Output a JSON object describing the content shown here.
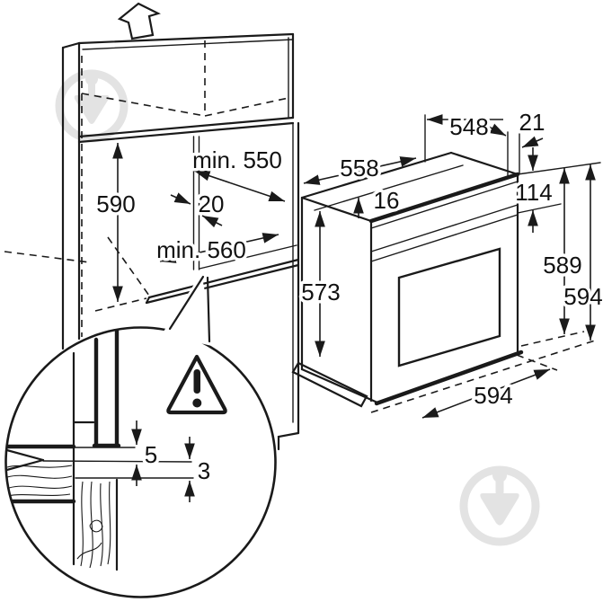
{
  "labels": {
    "cabinet": {
      "niche_height": "590",
      "niche_depth": "min. 550",
      "back_gap": "20",
      "niche_width": "min. 560"
    },
    "oven": {
      "top_depth": "548",
      "front_overhang": "21",
      "top_width": "558",
      "top_edge_thickness": "16",
      "control_panel_height": "114",
      "side_height": "573",
      "body_height": "589",
      "overall_height": "594",
      "overall_width": "594"
    },
    "detail": {
      "upper_gap": "5",
      "lower_gap": "3"
    }
  },
  "icons": {
    "extraction_arrow": "up-arrow-outline",
    "warning": "warning-triangle-exclamation",
    "watermark": "trowel-in-circle-logo"
  },
  "colors": {
    "line": "#1a1a1a",
    "watermark": "#e3e3e3",
    "background": "#ffffff"
  }
}
